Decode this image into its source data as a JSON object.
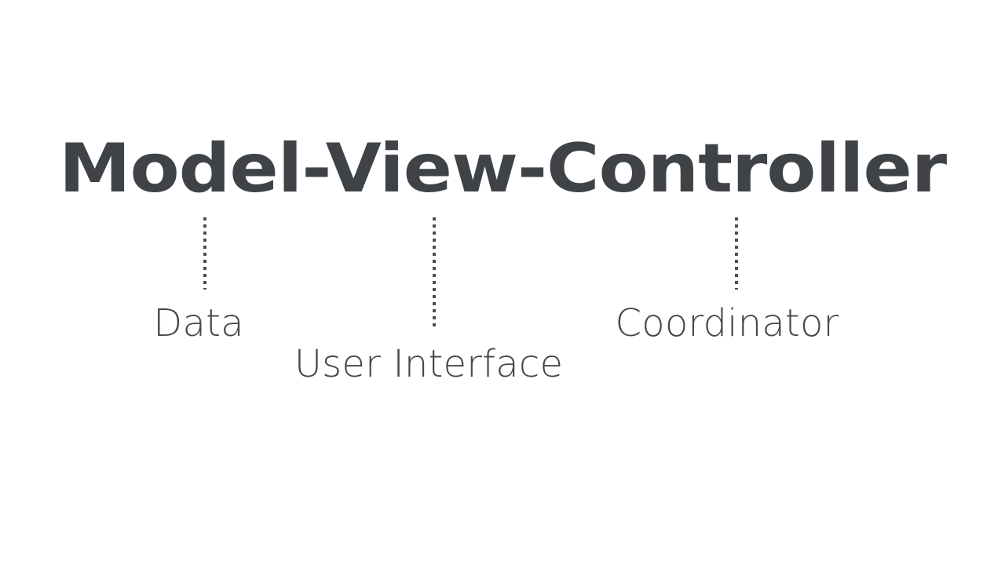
{
  "slide": {
    "background_color": "#ffffff",
    "text_color": "#3f4347",
    "connector_color": "#4a4e52"
  },
  "title": {
    "text": "Model-View-Controller",
    "parts": [
      "Model",
      "View",
      "Controller"
    ]
  },
  "legs": [
    {
      "id": "model",
      "term": "Model",
      "label": "Data",
      "connector": "dotted-vertical-line"
    },
    {
      "id": "view",
      "term": "View",
      "label": "User Interface",
      "connector": "dotted-vertical-line"
    },
    {
      "id": "controller",
      "term": "Controller",
      "label": "Coordinator",
      "connector": "dotted-vertical-line"
    }
  ]
}
